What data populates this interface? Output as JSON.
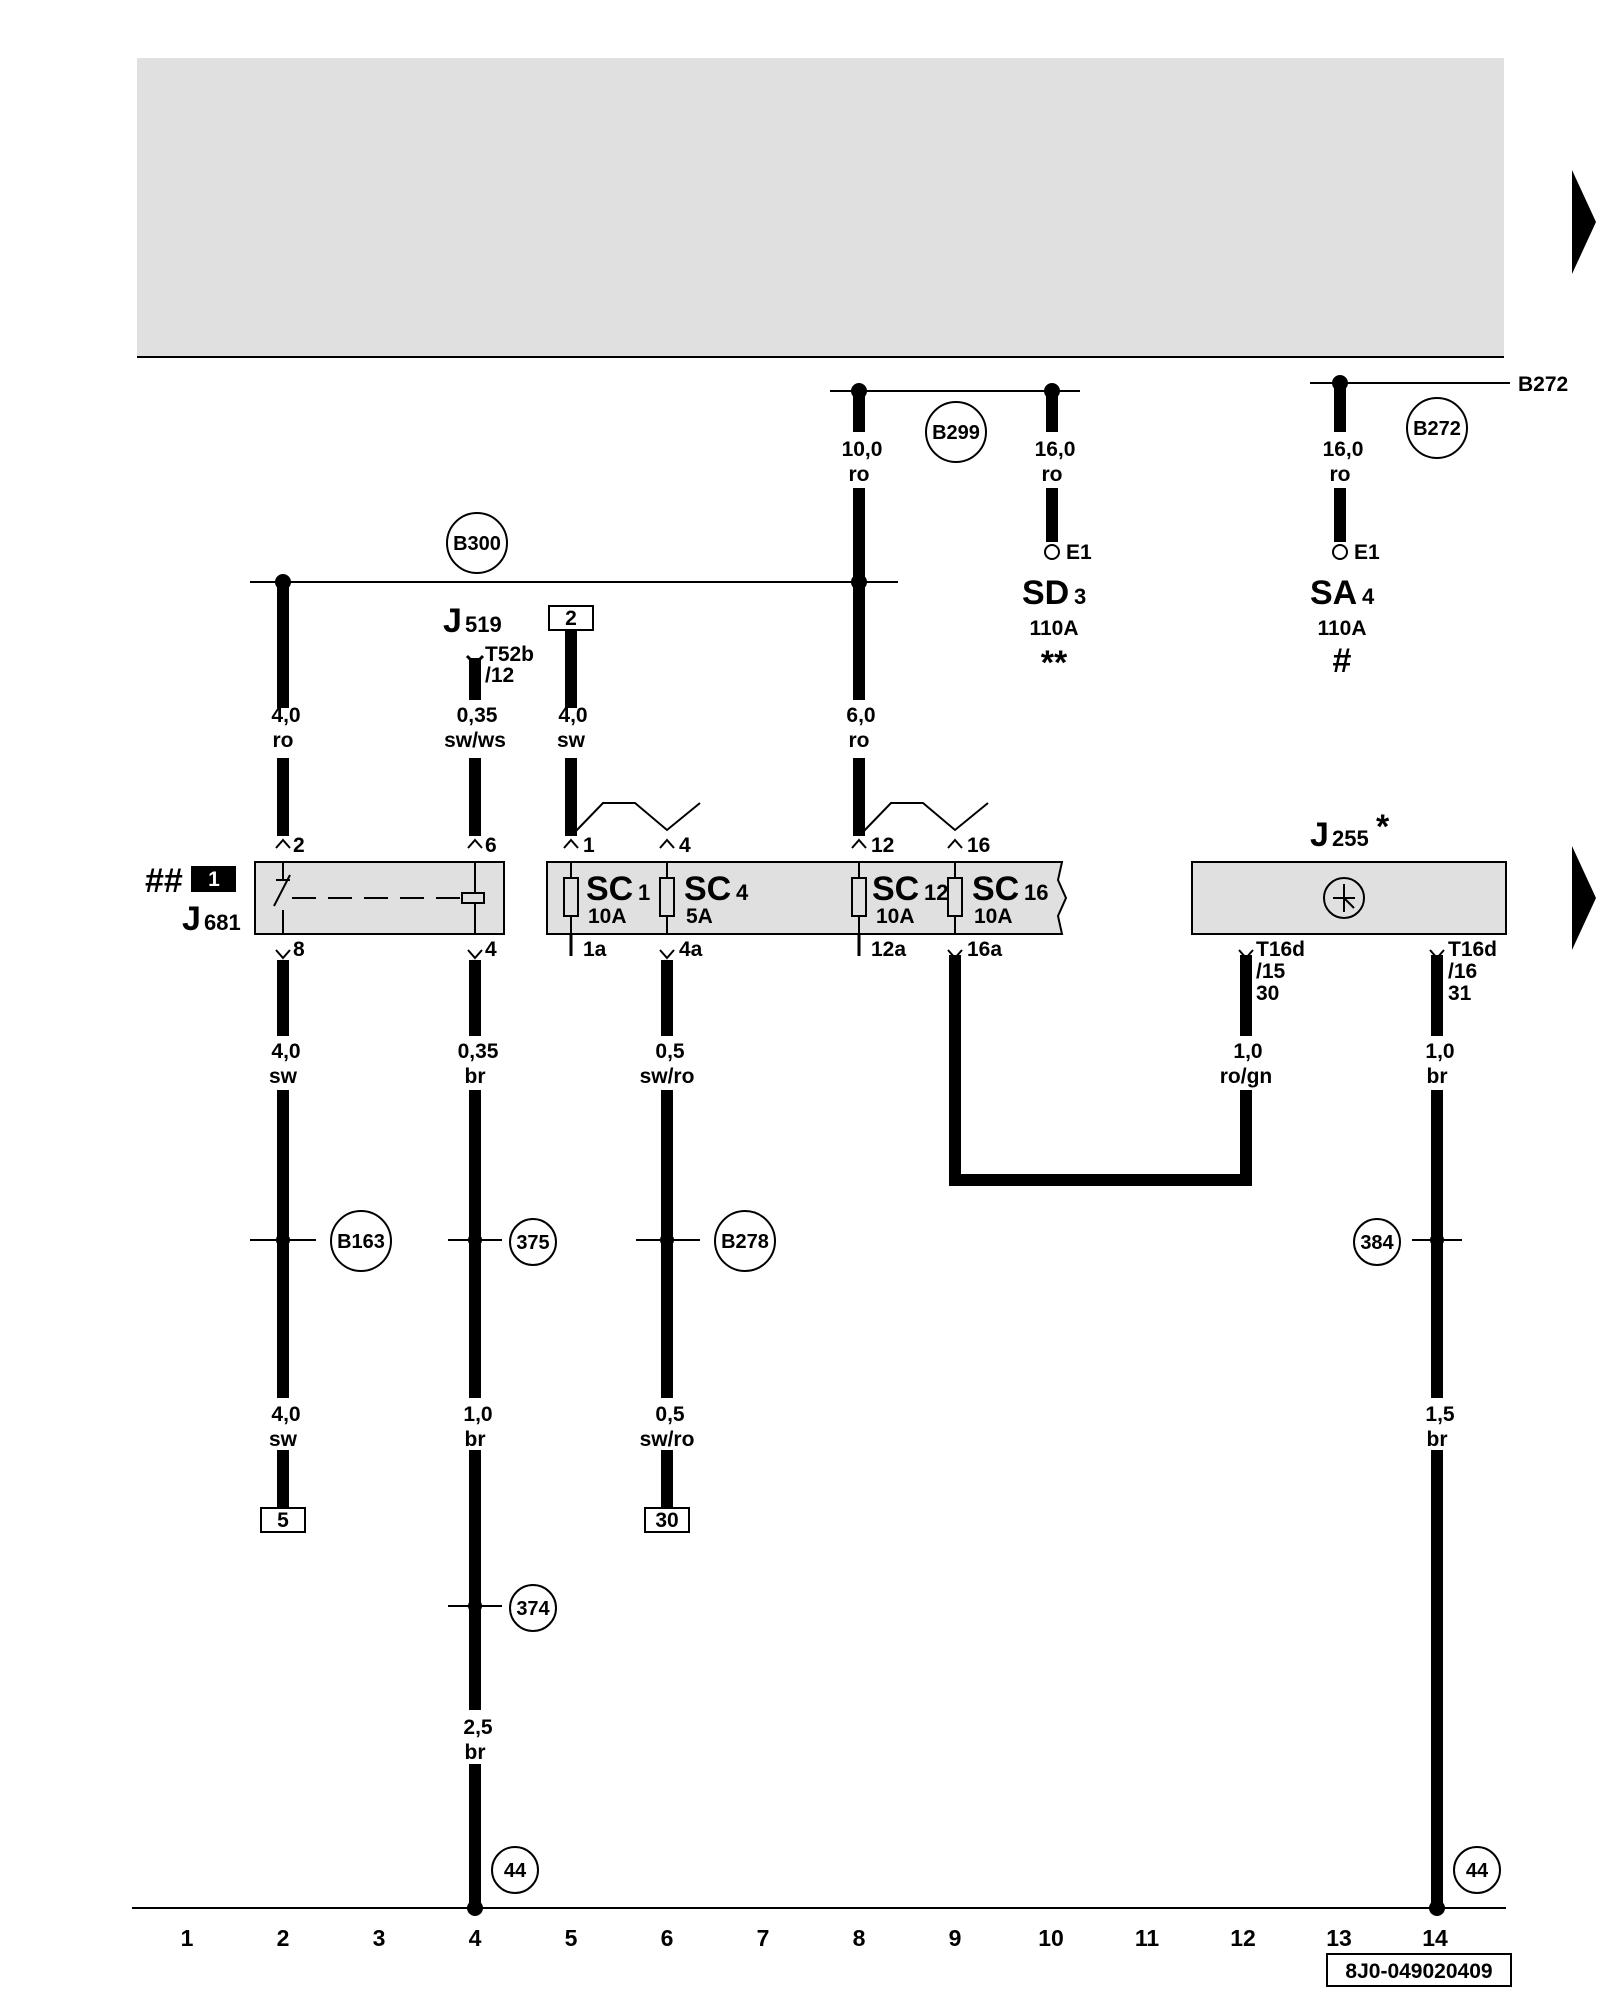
{
  "colors": {
    "shade": "#e0e0e0",
    "wire": "#000000",
    "background": "#ffffff"
  },
  "icons": [
    "nav-arrow-icon",
    "relay-switch-icon",
    "fuse-icon",
    "rotary-switch-icon",
    "ground-point-icon"
  ],
  "wires": {
    "c2_top_size": "4,0",
    "c2_top_color": "ro",
    "c2_mid_size": "4,0",
    "c2_mid_color": "sw",
    "c2_bot_size": "4,0",
    "c2_bot_color": "sw",
    "c4_top_size": "0,35",
    "c4_top_color": "sw/ws",
    "c4_mid_size": "0,35",
    "c4_mid_color": "br",
    "c4_low_size": "1,0",
    "c4_low_color": "br",
    "c4_bot_size": "2,5",
    "c4_bot_color": "br",
    "c5_top_size": "4,0",
    "c5_top_color": "sw",
    "c6_mid_size": "0,5",
    "c6_mid_color": "sw/ro",
    "c6_bot_size": "0,5",
    "c6_bot_color": "sw/ro",
    "c8_top_size": "10,0",
    "c8_top_color": "ro",
    "c8_mid_size": "6,0",
    "c8_mid_color": "ro",
    "c10_top_size": "16,0",
    "c10_top_color": "ro",
    "c13_top_size": "16,0",
    "c13_top_color": "ro",
    "c12_size": "1,0",
    "c12_color": "ro/gn",
    "c14_mid_size": "1,0",
    "c14_mid_color": "br",
    "c14_bot_size": "1,5",
    "c14_bot_color": "br"
  },
  "connectors": {
    "b300": "B300",
    "b299": "B299",
    "b272": "B272",
    "b272_line": "B272",
    "b163": "B163",
    "b278": "B278",
    "n375": "375",
    "n374": "374",
    "n384": "384",
    "g44a": "44",
    "g44b": "44",
    "ref2": "2",
    "ref5": "5",
    "ref30": "30"
  },
  "components": {
    "j519_main": "J",
    "j519_sub": "519",
    "t52b_a": "T52b",
    "t52b_b": "/12",
    "j681_main": "J",
    "j681_sub": "681",
    "j681_mark": "##",
    "j681_box": "1",
    "j255_main": "J",
    "j255_sub": "255",
    "j255_star": "*",
    "sd_main": "SD",
    "sd_sub": "3",
    "sd_amp": "110A",
    "sd_mark": "**",
    "sa_main": "SA",
    "sa_sub": "4",
    "sa_amp": "110A",
    "sa_mark": "#",
    "e1_a": "E1",
    "e1_b": "E1",
    "sc1_main": "SC",
    "sc1_sub": "1",
    "sc1_amp": "10A",
    "sc4_main": "SC",
    "sc4_sub": "4",
    "sc4_amp": "5A",
    "sc12_main": "SC",
    "sc12_sub": "12",
    "sc12_amp": "10A",
    "sc16_main": "SC",
    "sc16_sub": "16",
    "sc16_amp": "10A",
    "t16d15_a": "T16d",
    "t16d15_b": "/15",
    "t16d15_c": "30",
    "t16d16_a": "T16d",
    "t16d16_b": "/16",
    "t16d16_c": "31"
  },
  "pins": {
    "p2": "2",
    "p8": "8",
    "p6": "6",
    "p4b": "4",
    "p1": "1",
    "p4": "4",
    "p12": "12",
    "p16": "16",
    "p1a": "1a",
    "p4a": "4a",
    "p12a": "12a",
    "p16a": "16a"
  },
  "columns": [
    "1",
    "2",
    "3",
    "4",
    "5",
    "6",
    "7",
    "8",
    "9",
    "10",
    "11",
    "12",
    "13",
    "14"
  ],
  "doc_code": "8J0-049020409"
}
